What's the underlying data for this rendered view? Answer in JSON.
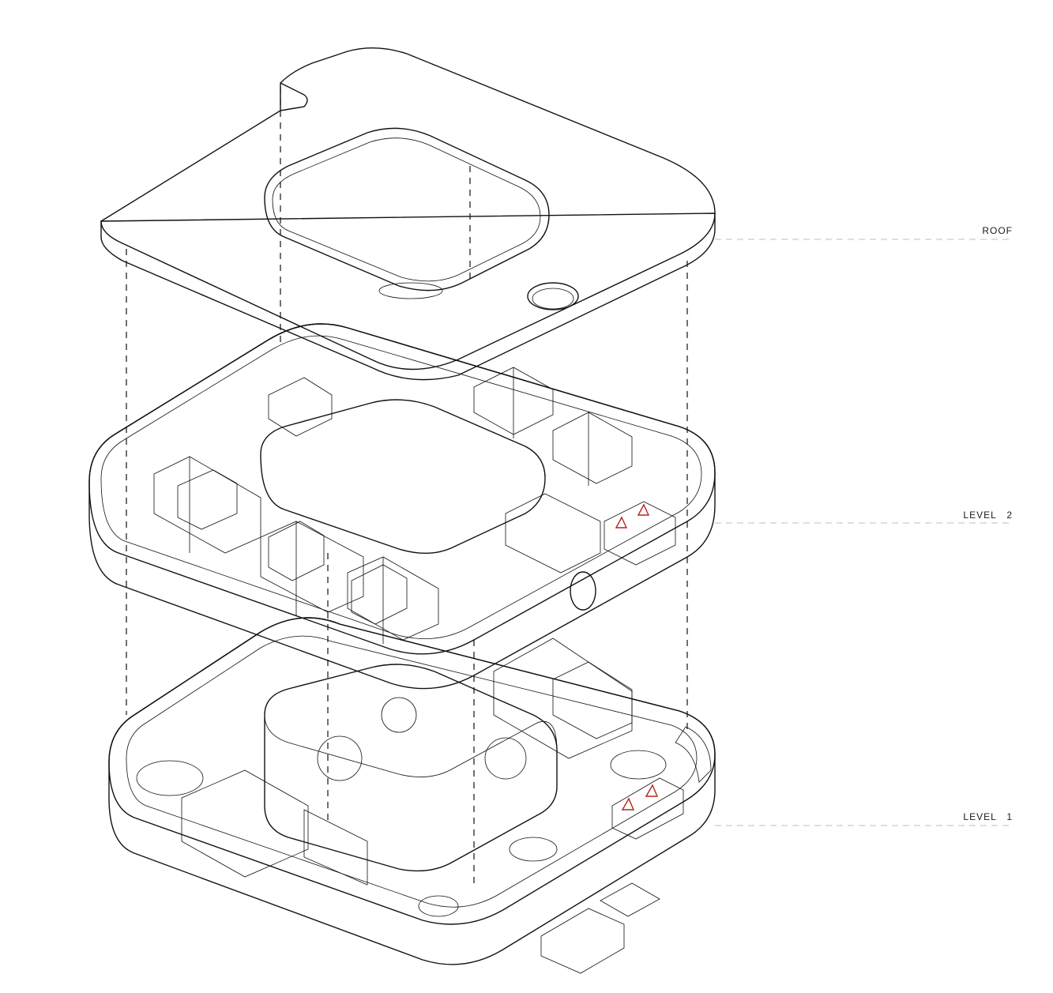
{
  "levels": {
    "roof": "ROOF",
    "level2": "LEVEL   2",
    "level1": "LEVEL   1"
  },
  "colors": {
    "roof_fill": "#ffffff",
    "level2_fill": "#dfe6d3",
    "level2_side": "#d3dcc4",
    "level1_fill": "#e6d3cd",
    "level1_side": "#dcc6bf",
    "courtyard": "#f7f7f4",
    "stroke": "#111111",
    "accent_red": "#b3261e"
  }
}
